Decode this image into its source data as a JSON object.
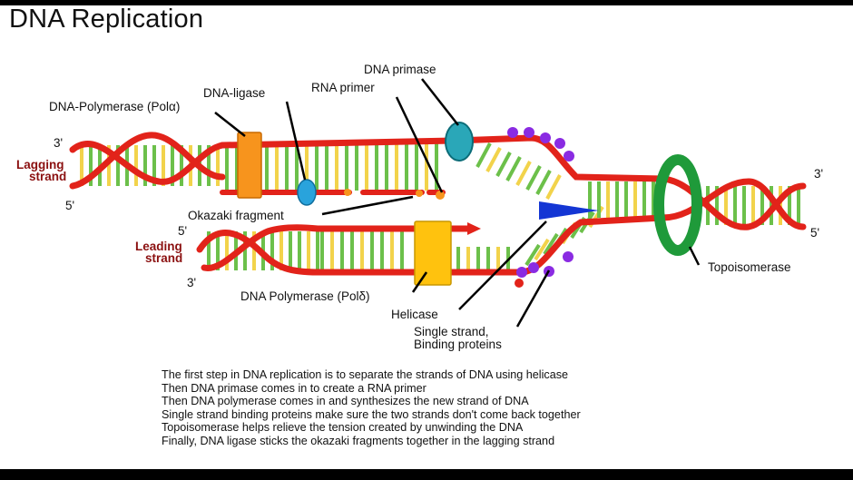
{
  "title": "DNA Replication",
  "labels": {
    "lagging_3p": "3'",
    "lagging_5p": "5'",
    "lagging_strand_line1": "Lagging",
    "lagging_strand_line2": "strand",
    "leading_5p": "5'",
    "leading_3p": "3'",
    "leading_strand_line1": "Leading",
    "leading_strand_line2": "strand",
    "right_3p": "3'",
    "right_5p": "5'",
    "dna_primase": "DNA primase",
    "rna_primer": "RNA primer",
    "dna_ligase": "DNA-ligase",
    "dna_polymerase_alpha": "DNA-Polymerase (Polα)",
    "okazaki_fragment": "Okazaki fragment",
    "dna_polymerase_delta": "DNA Polymerase (Polδ)",
    "helicase": "Helicase",
    "ssb_line1": "Single strand,",
    "ssb_line2": "Binding proteins",
    "topoisomerase": "Topoisomerase"
  },
  "notes": [
    "The first step in DNA replication is to separate the strands of DNA using helicase",
    "Then DNA primase comes in to create a RNA primer",
    "Then DNA polymerase comes in and synthesizes the new strand of DNA",
    "Single strand binding proteins make sure the two strands don't come back together",
    "Topoisomerase helps relieve the tension created by unwinding the DNA",
    "Finally, DNA ligase sticks the okazaki fragments together in the lagging strand"
  ],
  "colors": {
    "backbone": "#e2231a",
    "base_green": "#6cc04a",
    "base_yellow": "#f2d34b",
    "polymerase_alpha": "#f7941d",
    "polymerase_delta": "#ffc20e",
    "primase": "#2aa7b8",
    "ligase": "#29a3dc",
    "helicase": "#1436d4",
    "ssb": "#8a2be2",
    "topoisomerase": "#1f9a3a",
    "strand_label": "#8b1010"
  }
}
